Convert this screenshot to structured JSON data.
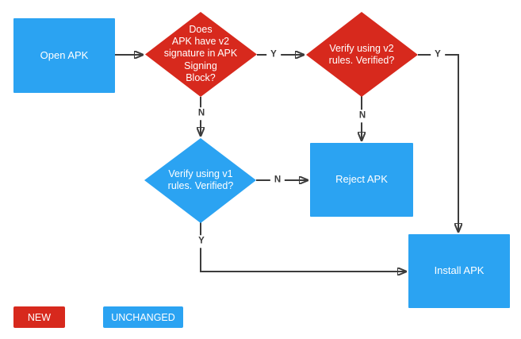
{
  "colors": {
    "new": "#d7291d",
    "unchanged": "#2ba3f2",
    "line": "#3c3c3c"
  },
  "nodes": {
    "open_apk": {
      "label": "Open APK",
      "type": "process",
      "status": "unchanged"
    },
    "has_v2_signature": {
      "label": "Does\nAPK have v2\nsignature in APK\nSigning\nBlock?",
      "type": "decision",
      "status": "new"
    },
    "verify_v2": {
      "label": "Verify using v2\nrules. Verified?",
      "type": "decision",
      "status": "new"
    },
    "verify_v1": {
      "label": "Verify using v1\nrules. Verified?",
      "type": "decision",
      "status": "unchanged"
    },
    "reject_apk": {
      "label": "Reject APK",
      "type": "process",
      "status": "unchanged"
    },
    "install_apk": {
      "label": "Install APK",
      "type": "process",
      "status": "unchanged"
    }
  },
  "edges": {
    "open_to_v2check": {
      "from": "open_apk",
      "to": "has_v2_signature",
      "label": ""
    },
    "v2check_yes": {
      "from": "has_v2_signature",
      "to": "verify_v2",
      "label": "Y"
    },
    "v2check_no": {
      "from": "has_v2_signature",
      "to": "verify_v1",
      "label": "N"
    },
    "v2verify_yes": {
      "from": "verify_v2",
      "to": "install_apk",
      "label": "Y"
    },
    "v2verify_no": {
      "from": "verify_v2",
      "to": "reject_apk",
      "label": "N"
    },
    "v1verify_no": {
      "from": "verify_v1",
      "to": "reject_apk",
      "label": "N"
    },
    "v1verify_yes": {
      "from": "verify_v1",
      "to": "install_apk",
      "label": "Y"
    }
  },
  "legend": {
    "new_label": "NEW",
    "unchanged_label": "UNCHANGED"
  }
}
